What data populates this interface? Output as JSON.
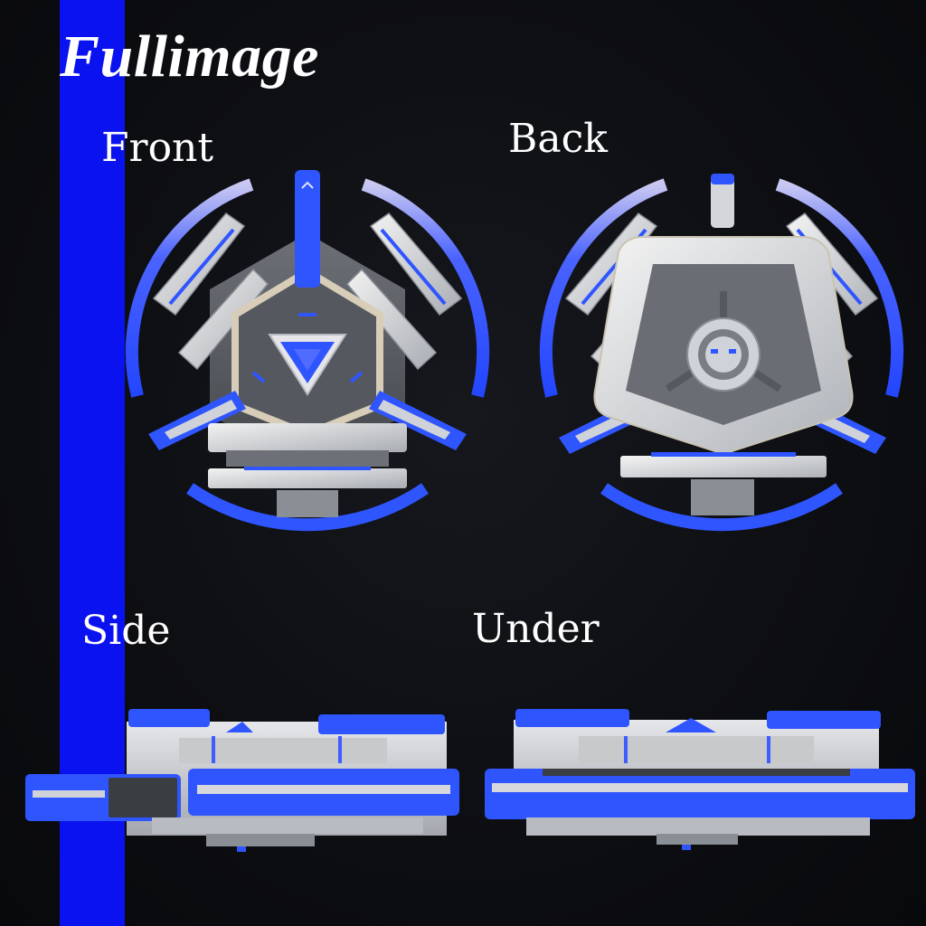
{
  "title": "Fullimage",
  "views": {
    "front": "Front",
    "back": "Back",
    "side": "Side",
    "under": "Under"
  },
  "colors": {
    "background": "#0d0e12",
    "stripe": "#0a12f0",
    "accent_blue": "#2f55ff",
    "panel_light": "#d8d8d8",
    "panel_dark": "#5c6066"
  },
  "icons": {
    "front_emblem": "inverted-triangle-emblem",
    "back_emblem": "round-hub-emblem"
  }
}
